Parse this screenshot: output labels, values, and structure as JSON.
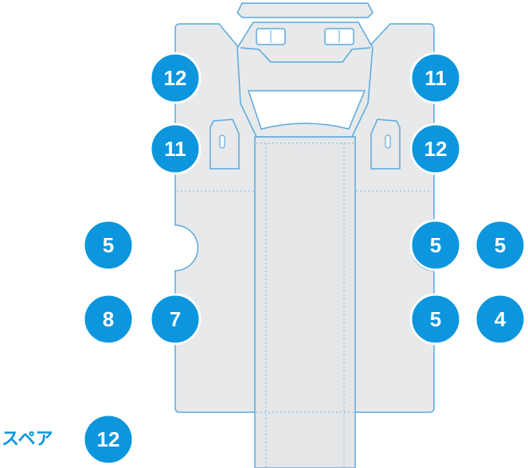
{
  "colors": {
    "badge_fill": "#0b96de",
    "panel_fill": "#e7e9eb",
    "panel_stroke": "#5aa9dd",
    "badge_text": "#ffffff",
    "spare_text": "#0b96de"
  },
  "badges": {
    "top_left": "12",
    "top_right": "11",
    "second_left": "11",
    "second_right": "12",
    "mid_outer_left": "5",
    "mid_right_inner": "5",
    "mid_right_outer": "5",
    "low_outer_left": "8",
    "low_left_inner": "7",
    "low_right_inner": "5",
    "low_right_outer": "4",
    "spare": "12"
  },
  "spare_label": "スペア"
}
